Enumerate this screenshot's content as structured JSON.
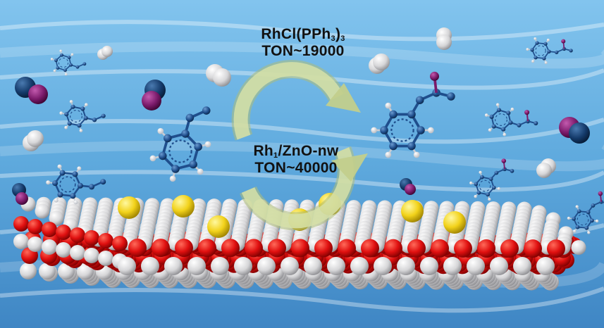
{
  "catalyst_homogeneous": {
    "formula_parts": [
      "RhCl(PPh",
      "3",
      ")",
      "3"
    ],
    "ton": "TON~19000"
  },
  "catalyst_single_atom": {
    "formula_parts": [
      "Rh",
      "1",
      "/ZnO-nw"
    ],
    "ton": "TON~40000"
  },
  "colors": {
    "sky": "#6fb2e0",
    "oxygen_atom": "#e01010",
    "zinc_atom": "#d8d8da",
    "rhodium_atom": "#f2d21a",
    "carbon_atom": "#1f4e8c",
    "hydrogen_atom": "#ffffff",
    "iodine_atom": "#7a1a6a",
    "cycle_arrow": "#c8d49a"
  }
}
